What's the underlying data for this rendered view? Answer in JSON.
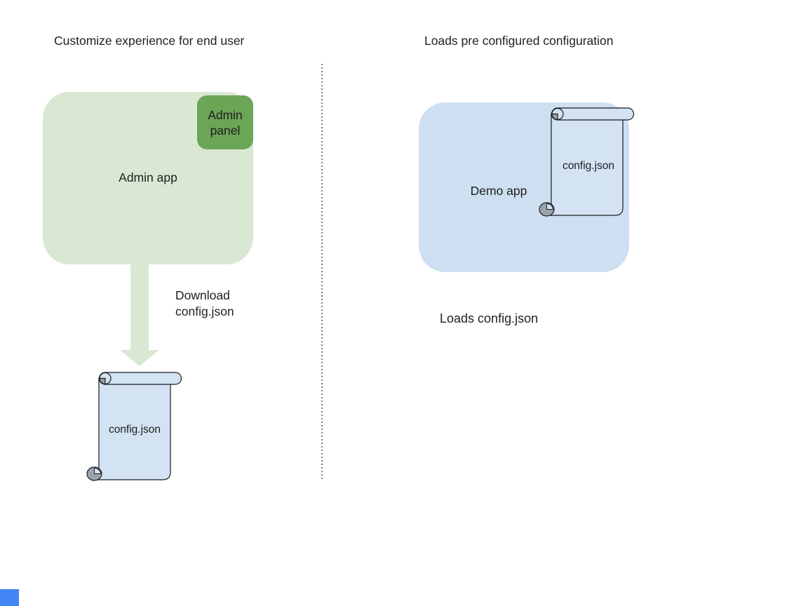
{
  "left": {
    "title": "Customize experience for end user",
    "admin_app_label": "Admin app",
    "admin_panel_label": "Admin panel",
    "download_label": "Download config.json",
    "config_label": "config.json"
  },
  "right": {
    "title": "Loads pre configured configuration",
    "demo_app_label": "Demo app",
    "config_label": "config.json",
    "caption": "Loads config.json"
  },
  "colors": {
    "green_light": "#d9e8d2",
    "green_dark": "#6ba556",
    "blue_box": "#cddff1",
    "blue_scroll": "#d3e3f4",
    "gray_curl": "#9aa4ae",
    "divider": "#7d7d7d",
    "text": "#1f1f1f",
    "accent_square": "#4285f4"
  }
}
